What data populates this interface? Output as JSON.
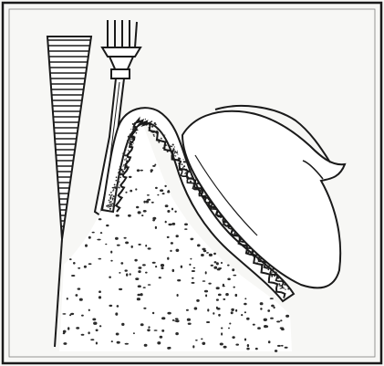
{
  "figure": {
    "colors": {
      "ink": "#1a1a1a",
      "paper": "#f7f7f5",
      "stipple": "#2b2b2b"
    },
    "elements": [
      "tooth-root-wedge",
      "syringe-needle-icon",
      "alveolar-bone-ridge",
      "gingiva-mucosa-layer",
      "finger-icon"
    ]
  }
}
